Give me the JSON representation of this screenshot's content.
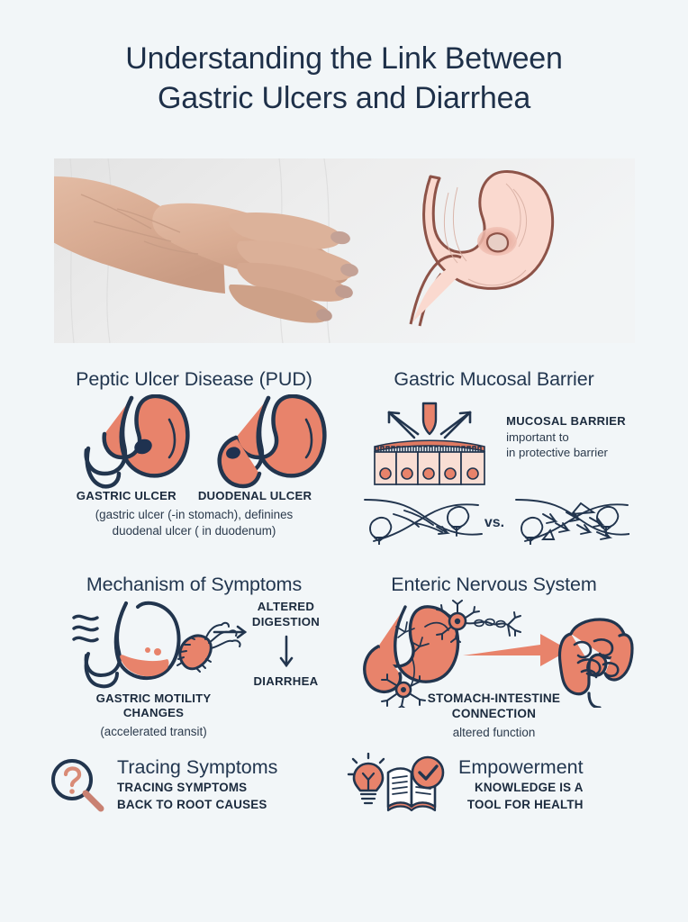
{
  "theme": {
    "background": "#f2f6f8",
    "navy": "#1e3049",
    "ink": "#22354e",
    "salmon": "#e8836b",
    "salmon_light": "#f6d2c6",
    "mucus": "#e07a62"
  },
  "title": {
    "line1": "Understanding the Link Between",
    "line2": "Gastric Ulcers and Diarrhea"
  },
  "hero": {
    "alt": "person holding abdomen with stomach ulcer illustration",
    "icons": [
      "hand-on-abdomen-photo",
      "stomach-ulcer-illustration"
    ]
  },
  "sections": {
    "pud": {
      "heading": "Peptic Ulcer Disease (PUD)",
      "labels": [
        "GASTRIC ULCER",
        "DUODENAL ULCER"
      ],
      "caption_line1": "(gastric ulcer (-in stomach), definines",
      "caption_line2": "duodenal ulcer ( in duodenum)"
    },
    "mucosal": {
      "heading": "Gastric Mucosal Barrier",
      "callout_title": "MUCOSAL BARRIER",
      "callout_line1": "important to",
      "callout_line2": "in protective barrier",
      "compare_label": "vs."
    },
    "mechanism": {
      "heading": "Mechanism of Symptoms",
      "node1_line1": "ALTERED",
      "node1_line2": "DIGESTION",
      "node2": "DIARRHEA",
      "label_line1": "GASTRIC MOTILITY",
      "label_line2": "CHANGES",
      "caption": "(accelerated transit)"
    },
    "ens": {
      "heading": "Enteric Nervous System",
      "label_line1": "STOMACH-INTESTINE",
      "label_line2": "CONNECTION",
      "caption": "altered function"
    }
  },
  "bottom": {
    "tracing": {
      "title": "Tracing Symptoms",
      "sub_line1": "TRACING SYMPTOMS",
      "sub_line2": "BACK TO ROOT CAUSES",
      "icon": "magnifier-question-icon"
    },
    "empowerment": {
      "title": "Empowerment",
      "sub_line1": "KNOWLEDGE IS A",
      "sub_line2": "TOOL FOR HEALTH",
      "icons": [
        "lightbulb-icon",
        "open-book-icon",
        "check-circle-icon"
      ]
    }
  }
}
